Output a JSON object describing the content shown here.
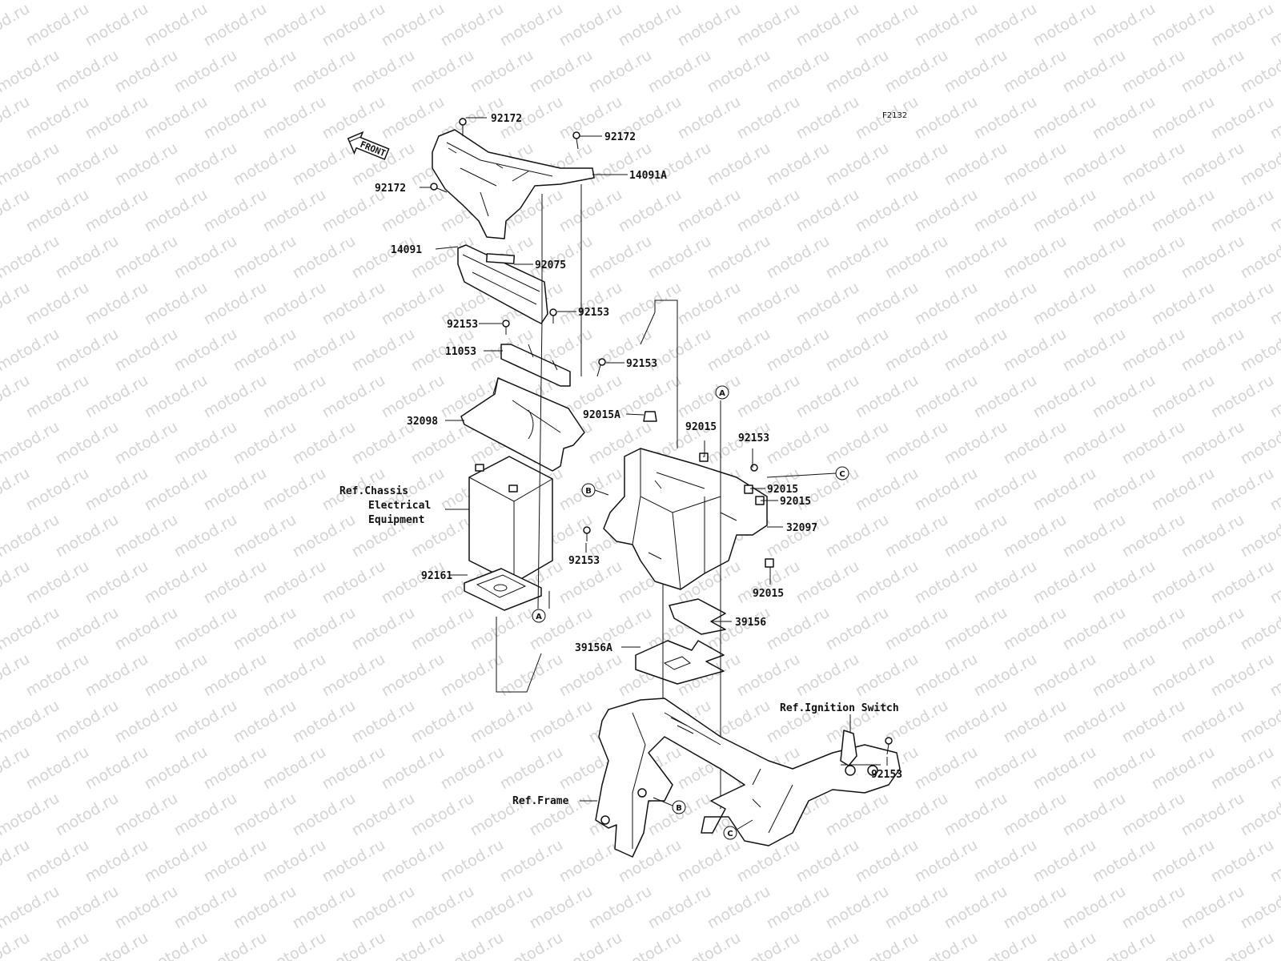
{
  "watermark": "motod.ru",
  "diagram_code": "F2132",
  "front_label": "FRONT",
  "part_labels": {
    "p92172_top": "92172",
    "p92172_right": "92172",
    "p14091A": "14091A",
    "p92172_left": "92172",
    "p14091": "14091",
    "p92075": "92075",
    "p92153_a": "92153",
    "p92153_b": "92153",
    "p11053": "11053",
    "p92153_c": "92153",
    "p32098": "32098",
    "p92015A": "92015A",
    "p92015_a": "92015",
    "p92153_d": "92153",
    "p92015_b": "92015",
    "p92015_c": "92015",
    "p32097": "32097",
    "p92153_e": "92153",
    "p92015_d": "92015",
    "p92161": "92161",
    "p39156": "39156",
    "p39156A": "39156A",
    "p92153_f": "92153"
  },
  "refs": {
    "chassis_line1": "Ref.Chassis",
    "chassis_line2": "Electrical",
    "chassis_line3": "Equipment",
    "ignition": "Ref.Ignition Switch",
    "frame": "Ref.Frame"
  },
  "markers": {
    "a_top": "A",
    "a_bottom": "A",
    "b_tray": "B",
    "b_frame": "B",
    "c_tray": "C",
    "c_frame": "C"
  }
}
